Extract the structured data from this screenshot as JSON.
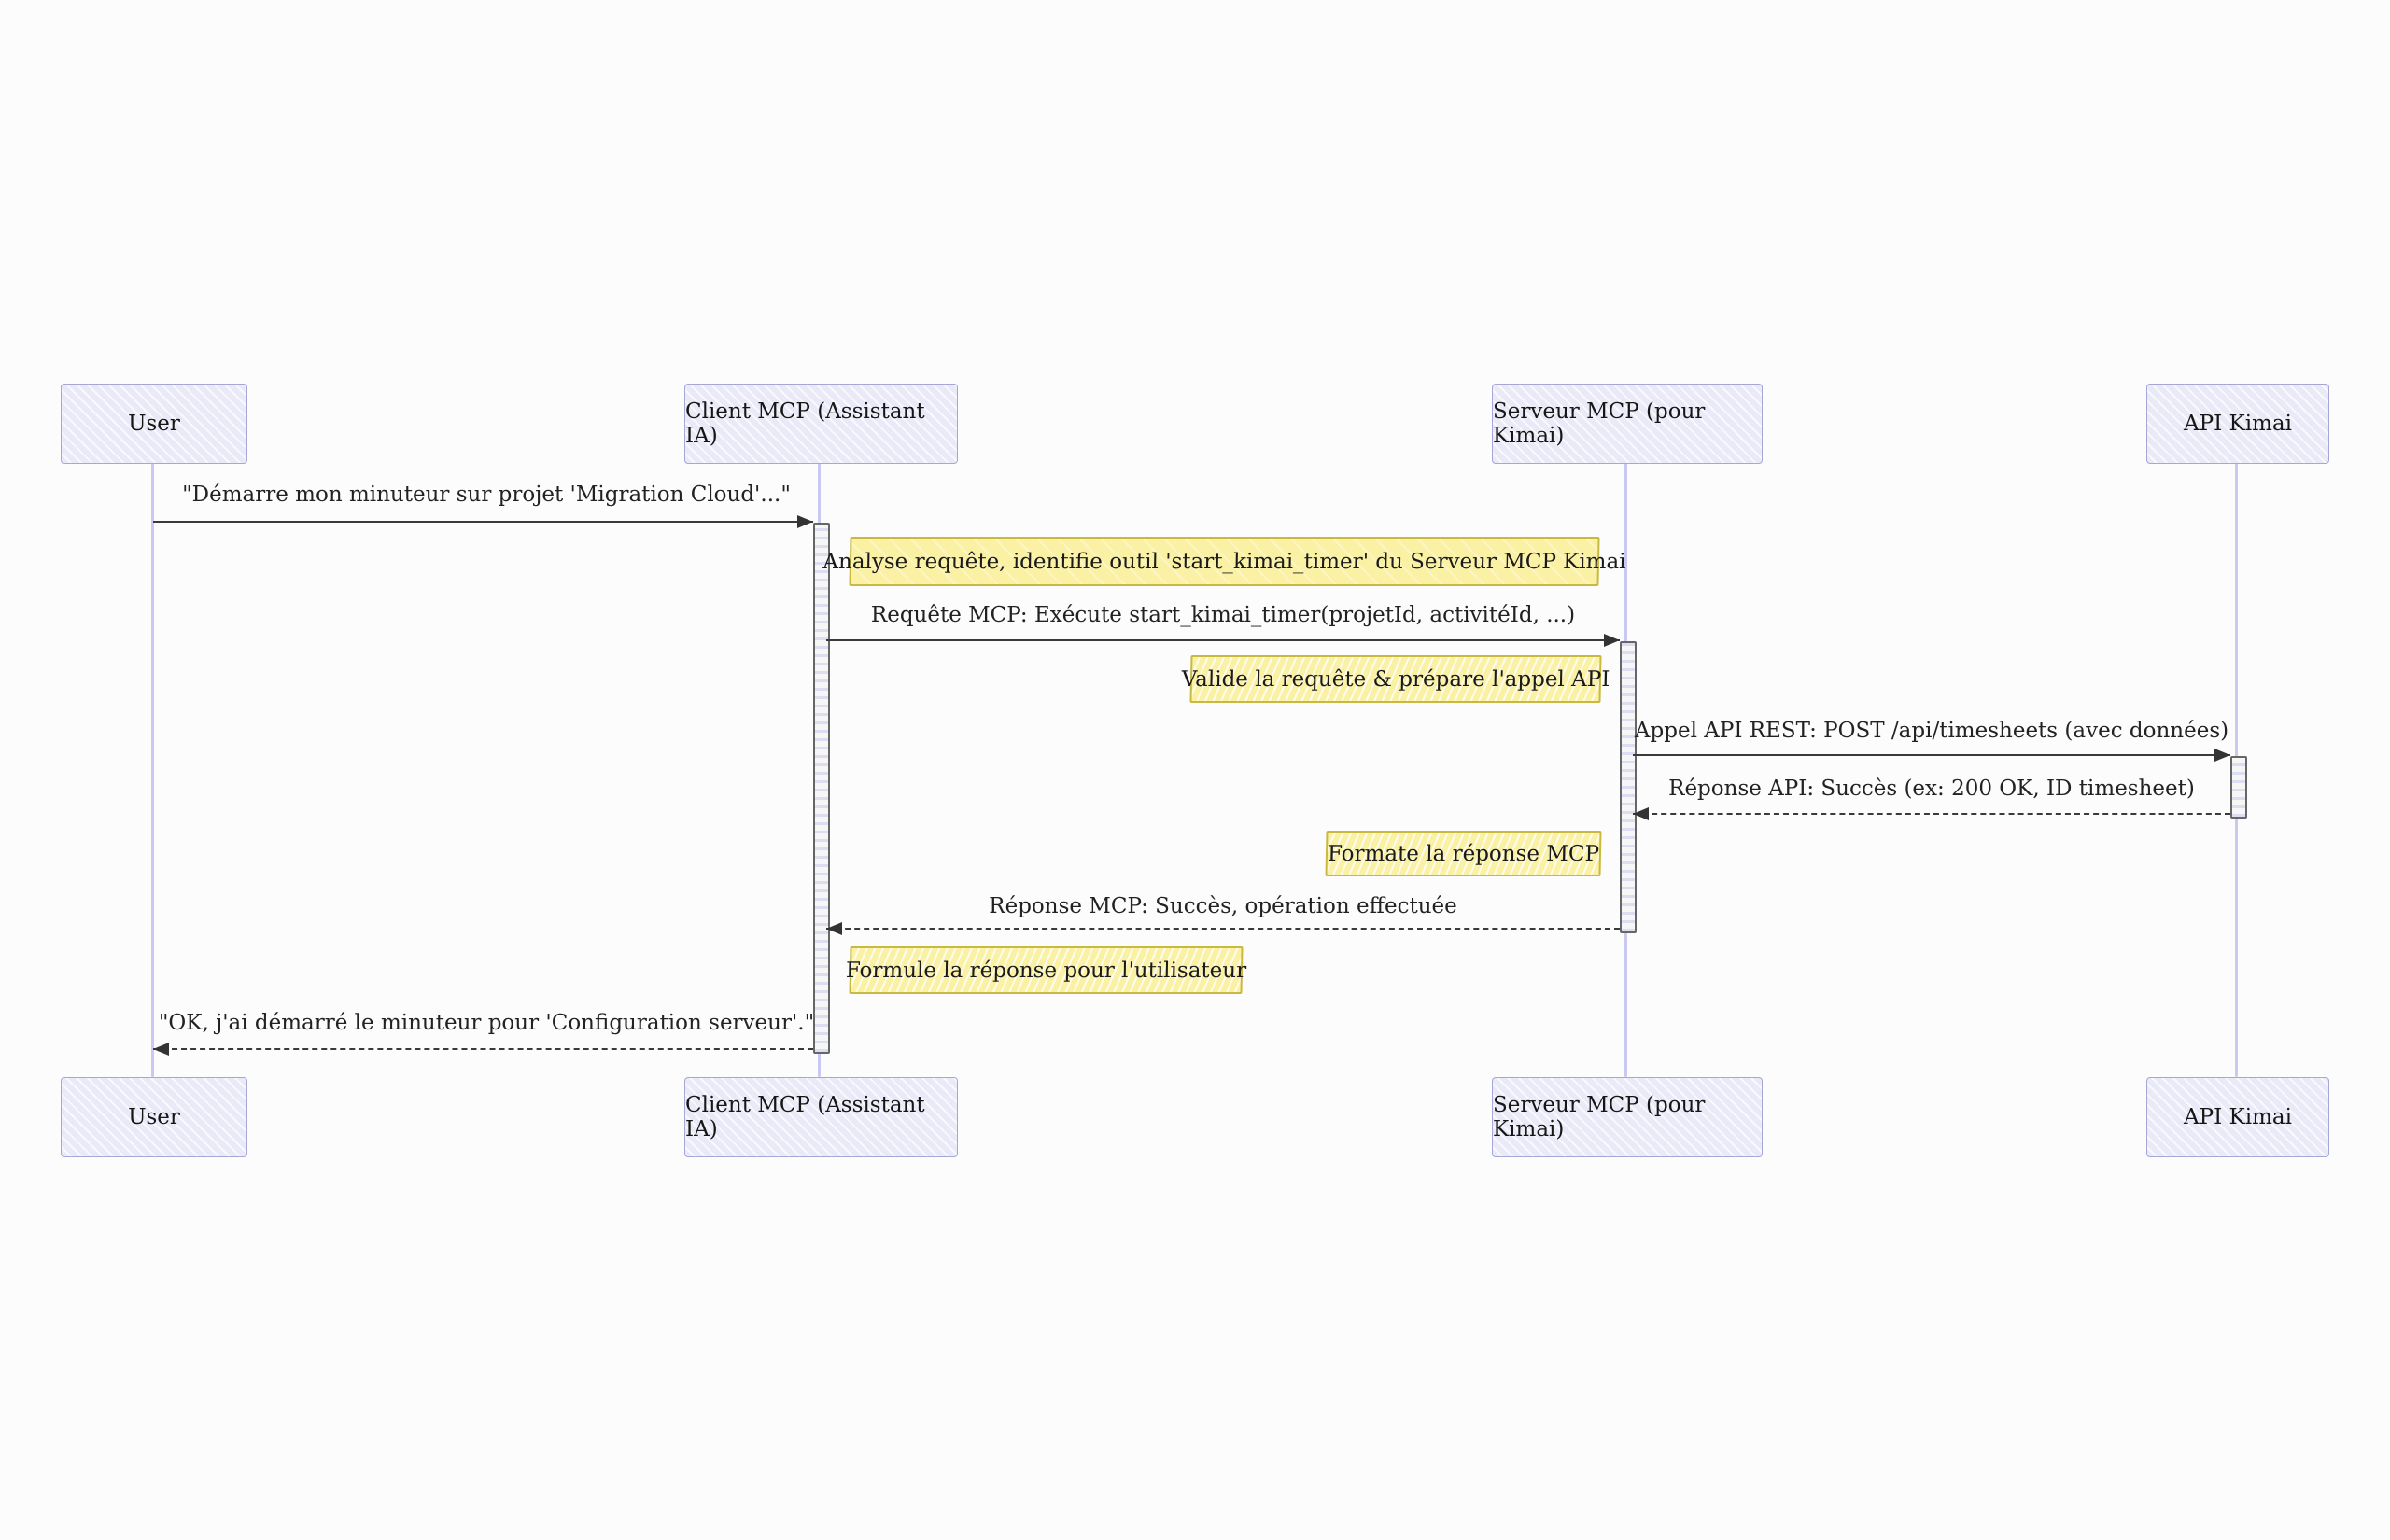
{
  "diagram": {
    "type": "sequence-diagram",
    "theme": "hand-drawn",
    "actors": [
      {
        "id": "user",
        "label": "User"
      },
      {
        "id": "client",
        "label": "Client MCP (Assistant IA)"
      },
      {
        "id": "serveur",
        "label": "Serveur MCP (pour Kimai)"
      },
      {
        "id": "api",
        "label": "API Kimai"
      }
    ],
    "messages": [
      {
        "from": "User",
        "to": "Client MCP (Assistant IA)",
        "style": "solid",
        "text": "\"Démarre mon minuteur sur projet 'Migration Cloud'...\""
      },
      {
        "from": "Client MCP (Assistant IA)",
        "to": "Serveur MCP (pour Kimai)",
        "style": "solid",
        "text": "Requête MCP: Exécute start_kimai_timer(projetId, activitéId, ...)"
      },
      {
        "from": "Serveur MCP (pour Kimai)",
        "to": "API Kimai",
        "style": "solid",
        "text": "Appel API REST: POST /api/timesheets (avec données)"
      },
      {
        "from": "API Kimai",
        "to": "Serveur MCP (pour Kimai)",
        "style": "dashed",
        "text": "Réponse API: Succès (ex: 200 OK, ID timesheet)"
      },
      {
        "from": "Serveur MCP (pour Kimai)",
        "to": "Client MCP (Assistant IA)",
        "style": "dashed",
        "text": "Réponse MCP: Succès, opération effectuée"
      },
      {
        "from": "Client MCP (Assistant IA)",
        "to": "User",
        "style": "dashed",
        "text": "\"OK, j'ai démarré le minuteur pour 'Configuration serveur'.\""
      }
    ],
    "notes": [
      {
        "over": "Client MCP (Assistant IA)",
        "text": "Analyse requête, identifie outil 'start_kimai_timer' du Serveur MCP Kimai"
      },
      {
        "over": "Serveur MCP (pour Kimai)",
        "text": "Valide la requête & prépare l'appel API"
      },
      {
        "over": "Serveur MCP (pour Kimai)",
        "text": "Formate la réponse MCP"
      },
      {
        "over": "Client MCP (Assistant IA)",
        "text": "Formule la réponse pour l'utilisateur"
      }
    ],
    "colors": {
      "background": "#FCFCFC",
      "actor_fill": "#E9E9F8",
      "actor_border": "#A6A6D7",
      "lifeline": "#C9C9F1",
      "note_fill": "#FAF1A4",
      "note_border": "#C9B941",
      "activation_fill": "#F6F6F6",
      "activation_border": "#666666",
      "line": "#3A3A3A",
      "text": "#161616"
    }
  }
}
